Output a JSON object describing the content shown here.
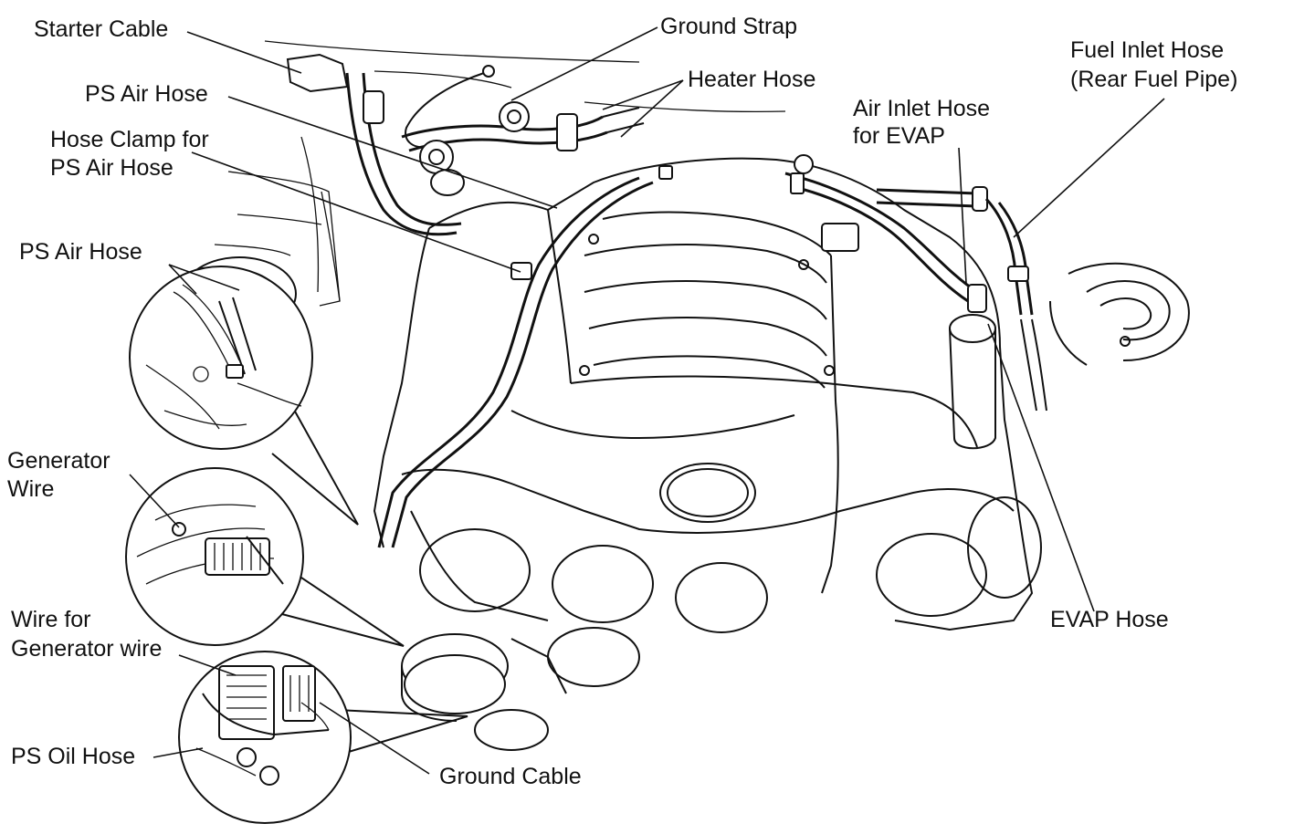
{
  "labels": {
    "starter_cable": "Starter Cable",
    "ground_strap": "Ground Strap",
    "heater_hose": "Heater Hose",
    "fuel_inlet_hose_1": "Fuel Inlet Hose",
    "fuel_inlet_hose_2": "(Rear Fuel Pipe)",
    "ps_air_hose_top": "PS Air Hose",
    "air_inlet_hose_1": "Air Inlet Hose",
    "air_inlet_hose_2": "for EVAP",
    "hose_clamp_1": "Hose Clamp for",
    "hose_clamp_2": "PS Air Hose",
    "ps_air_hose_detail": "PS Air Hose",
    "generator_wire_1": "Generator",
    "generator_wire_2": "Wire",
    "evap_hose": "EVAP Hose",
    "wire_for_gen_1": "Wire for",
    "wire_for_gen_2": "Generator wire",
    "ps_oil_hose": "PS Oil Hose",
    "ground_cable": "Ground Cable"
  }
}
